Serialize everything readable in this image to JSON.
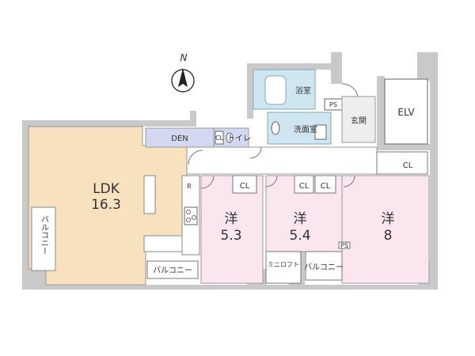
{
  "compass": {
    "label": "N"
  },
  "rooms": {
    "ldk": {
      "label": "LDK",
      "size": "16.3",
      "color": "#f8e1bf"
    },
    "den": {
      "label": "DEN",
      "color": "#d3d7ef"
    },
    "toilet": {
      "label": "トイレ",
      "color": "#d3d7ef"
    },
    "bath": {
      "label": "浴室",
      "color": "#cfe5f0"
    },
    "washroom": {
      "label": "洗面室",
      "color": "#cfe5f0"
    },
    "entrance": {
      "label": "玄関",
      "color": "#eeeeee"
    },
    "elv": {
      "label": "ELV"
    },
    "ps": {
      "label": "PS"
    },
    "ps_small": {
      "label": "PS"
    },
    "bedroom1": {
      "label": "洋",
      "size": "5.3",
      "color": "#f9e6ee"
    },
    "bedroom2": {
      "label": "洋",
      "size": "5.4",
      "color": "#f9e6ee"
    },
    "bedroom3": {
      "label": "洋",
      "size": "8",
      "color": "#f9e6ee"
    },
    "balcony_left": {
      "label": "バルコニー"
    },
    "balcony_bottom_left": {
      "label": "バルコニー"
    },
    "balcony_bottom_right": {
      "label": "バルコニー"
    },
    "mini_loft": {
      "label": "ミニロフト"
    }
  },
  "closets": {
    "cl_label": "CL",
    "toilet_cl": "CL"
  },
  "appliances": {
    "fridge_label": "R"
  }
}
